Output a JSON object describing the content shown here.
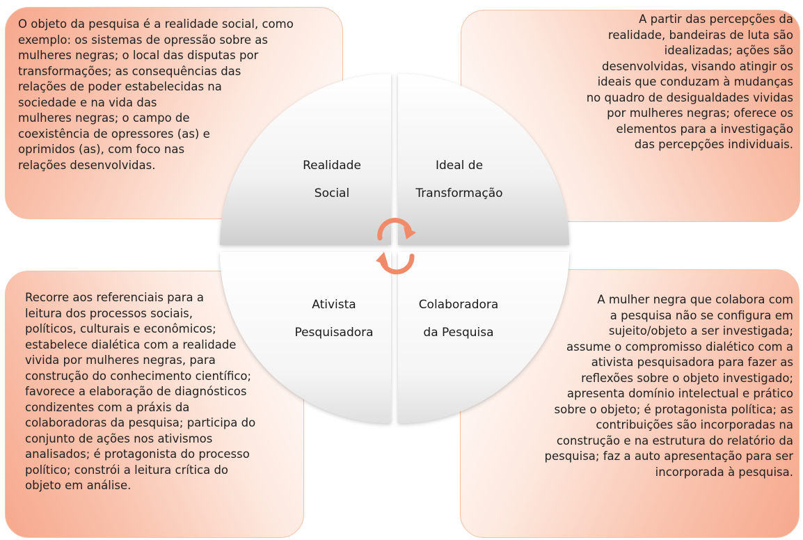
{
  "boxes": {
    "top_left": {
      "lines": [
        " O objeto da pesquisa é a realidade social, como",
        "exemplo: os sistemas de opressão sobre as",
        "mulheres negras; o local das disputas por",
        "transformações; as consequências das",
        "relações de poder estabelecidas na",
        "sociedade e na vida das",
        "mulheres negras; o campo de",
        "coexistência de opressores (as) e",
        "oprimidos (as), com foco nas",
        "relações desenvolvidas."
      ]
    },
    "top_right": {
      "lines": [
        "A partir das percepções da",
        "realidade, bandeiras de luta são",
        "idealizadas; ações são",
        "desenvolvidas, visando atingir os",
        "ideais que conduzam à mudanças",
        "no quadro de desigualdades vividas",
        "por mulheres negras; oferece os",
        "elementos para a investigação",
        "das percepções individuais."
      ]
    },
    "bottom_left": {
      "lines": [
        " Recorre aos referenciais para a",
        "leitura dos processos sociais,",
        "políticos, culturais e econômicos;",
        "estabelece dialética com a realidade",
        "vivida por mulheres negras, para",
        "construção do conhecimento científico;",
        "favorece a elaboração de diagnósticos",
        "condizentes com a práxis da",
        "colaboradoras da pesquisa; participa do",
        "conjunto de ações nos ativismos",
        "analisados; é protagonista do processo",
        "político; constrói a leitura crítica do",
        "objeto em análise."
      ]
    },
    "bottom_right": {
      "lines": [
        "A mulher negra que colabora com",
        "a pesquisa não se configura em",
        "sujeito/objeto a ser investigada;",
        "assume o compromisso dialético com a",
        "ativista pesquisadora para fazer as",
        "reflexões sobre o objeto investigado;",
        "apresenta domínio intelectual e prático",
        "sobre o objeto; é protagonista política; as",
        "contribuições são incorporadas na",
        "construção e na estrutura do relatório da",
        "pesquisa; faz a auto apresentação para ser",
        "incorporada à pesquisa."
      ]
    }
  },
  "quadrants": {
    "top_left": {
      "line1": "Realidade",
      "line2": "Social"
    },
    "top_right": {
      "line1": "Ideal de",
      "line2": "Transformação"
    },
    "bottom_left": {
      "line1": "Ativista",
      "line2": "Pesquisadora"
    },
    "bottom_right": {
      "line1": "Colaboradora",
      "line2": "da Pesquisa"
    }
  },
  "icons": {
    "center": "circular-arrows-icon"
  },
  "colors": {
    "box_accent": "#f6a88c",
    "arrow": "#f08a68"
  }
}
